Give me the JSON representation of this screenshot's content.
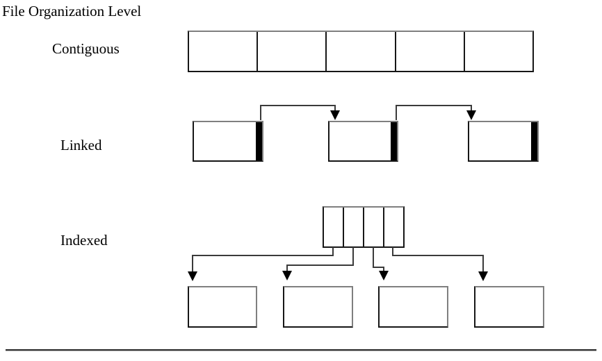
{
  "diagram": {
    "title": "File Organization Level",
    "rows": {
      "contiguous": {
        "label": "Contiguous",
        "cell_count": 5
      },
      "linked": {
        "label": "Linked",
        "block_count": 3,
        "pointer_arrow_count": 2
      },
      "indexed": {
        "label": "Indexed",
        "index_cell_count": 4,
        "data_block_count": 4
      }
    },
    "colors": {
      "background": "#ffffff",
      "text": "#000000",
      "box_border_dark": "#161616",
      "box_border_light": "#7f7f7f",
      "connector_line": "#3a3a3a",
      "arrowhead_fill": "#000000",
      "pointer_bar": "#000000",
      "rule_dark": "#2f2f2f",
      "rule_light": "#b8b8b8"
    }
  }
}
